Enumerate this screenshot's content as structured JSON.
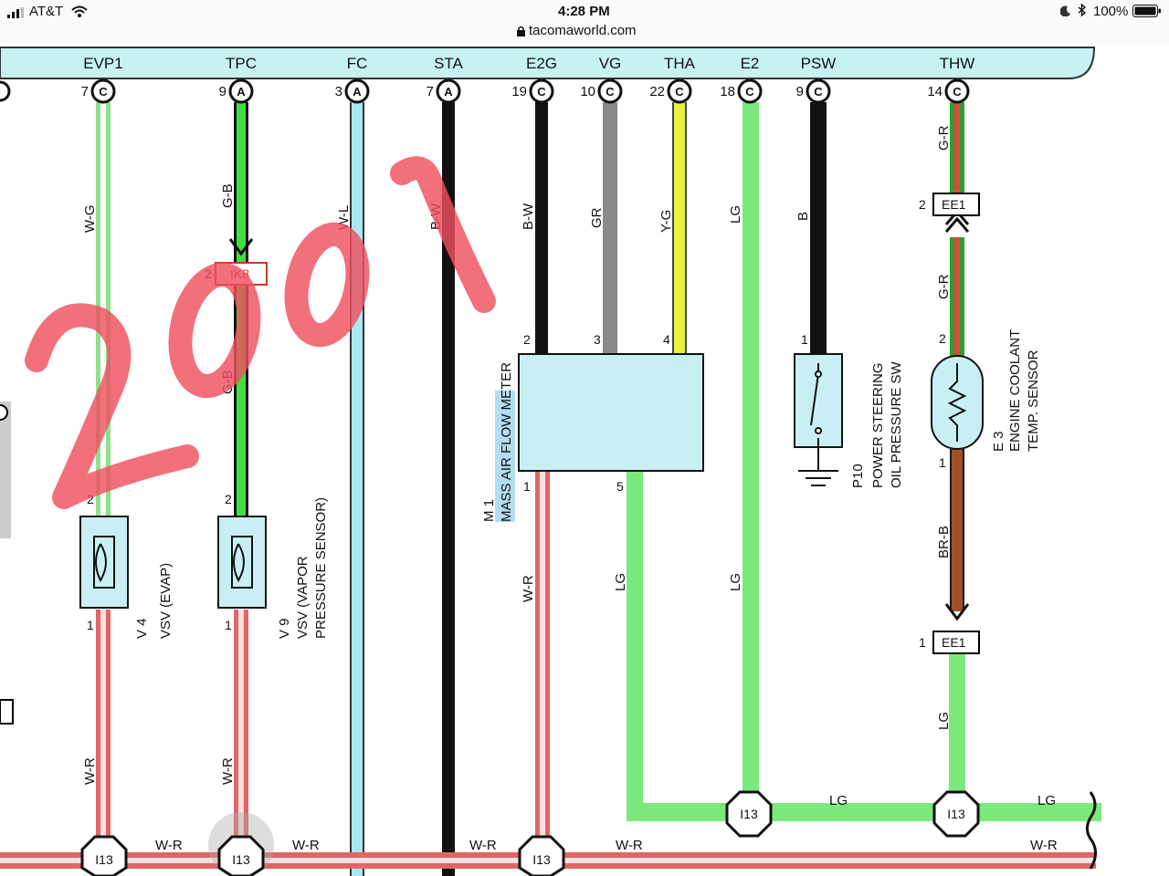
{
  "status_bar": {
    "carrier": "AT&T",
    "time": "4:28 PM",
    "url": "tacomaworld.com",
    "battery": "100%",
    "icons": [
      "signal-bars-icon",
      "wifi-icon",
      "lock-icon",
      "moon-icon",
      "bluetooth-icon",
      "battery-icon"
    ]
  },
  "overlay": {
    "handwritten": "2001",
    "color": "#f05060"
  },
  "terminals": [
    {
      "name": "EVP1",
      "pin": "7",
      "conn": "C"
    },
    {
      "name": "TPC",
      "pin": "9",
      "conn": "A"
    },
    {
      "name": "FC",
      "pin": "3",
      "conn": "A"
    },
    {
      "name": "STA",
      "pin": "7",
      "conn": "A"
    },
    {
      "name": "E2G",
      "pin": "19",
      "conn": "C"
    },
    {
      "name": "VG",
      "pin": "10",
      "conn": "C"
    },
    {
      "name": "THA",
      "pin": "22",
      "conn": "C"
    },
    {
      "name": "E2",
      "pin": "18",
      "conn": "C"
    },
    {
      "name": "PSW",
      "pin": "9",
      "conn": "C"
    },
    {
      "name": "THW",
      "pin": "14",
      "conn": "C"
    }
  ],
  "wire_labels": {
    "evp1": "W-G",
    "tpc": "G-B",
    "fc": "W-L",
    "sta": "B-W",
    "e2g": "B-W",
    "vg": "GR",
    "tha": "Y-G",
    "e2": "LG",
    "psw": "B",
    "thw_top": "G-R",
    "thw_mid": "G-R",
    "thw_low": "BR-B",
    "thw_bottom": "LG",
    "w_r": "W-R",
    "lg": "LG"
  },
  "connectors": {
    "ik8": "IK8",
    "ik8_pin": "2",
    "ee1": "EE1",
    "ee1_top_pin": "2",
    "ee1_bottom_pin": "1",
    "ground_node": "I13"
  },
  "components": {
    "v4": {
      "id": "V 4",
      "name": "VSV (EVAP)",
      "pin_top": "2",
      "pin_bottom": "1"
    },
    "v9": {
      "id": "V 9",
      "line1": "VSV (VAPOR",
      "line2": "PRESSURE SENSOR)",
      "pin_top": "2",
      "pin_bottom": "1"
    },
    "m1": {
      "id": "M 1",
      "name": "MASS AIR FLOW METER",
      "pins": [
        "2",
        "3",
        "4",
        "1",
        "5"
      ]
    },
    "p10": {
      "id": "P10",
      "line1": "POWER STEERING",
      "line2": "OIL PRESSURE SW",
      "pin": "1"
    },
    "e3": {
      "id": "E 3",
      "line1": "ENGINE COOLANT",
      "line2": "TEMP. SENSOR",
      "pin_top": "2",
      "pin_bottom": "1"
    }
  },
  "colors": {
    "lg": "#7ae87a",
    "wr_red": "#e06666",
    "cyan": "#c8f0f4",
    "header": "#c6f2f4"
  }
}
